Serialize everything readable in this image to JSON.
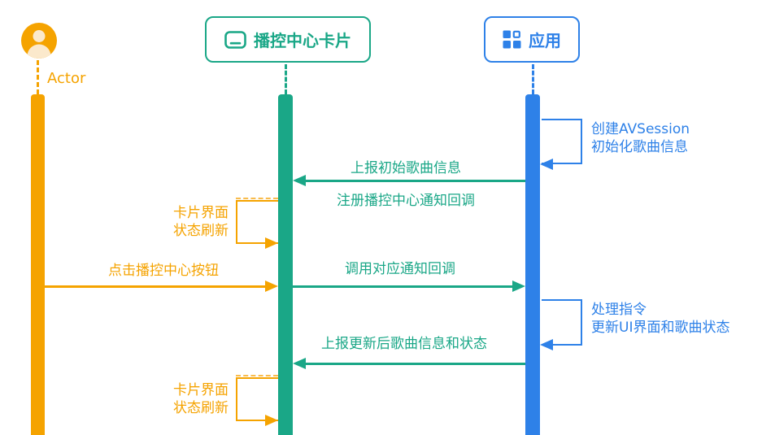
{
  "diagram": {
    "type": "sequence-diagram",
    "colors": {
      "actor": "#F5A300",
      "card": "#1AA787",
      "app": "#2E81E8",
      "background": "#FFFFFF"
    },
    "participants": [
      {
        "id": "actor",
        "label": "Actor",
        "icon": "person-icon",
        "color": "#F5A300"
      },
      {
        "id": "card",
        "label": "播控中心卡片",
        "icon": "card-icon",
        "color": "#1AA787"
      },
      {
        "id": "app",
        "label": "应用",
        "icon": "app-grid-icon",
        "color": "#2E81E8"
      }
    ],
    "messages": [
      {
        "from": "app",
        "to": "app",
        "type": "self",
        "lines": [
          "创建AVSession",
          "初始化歌曲信息"
        ]
      },
      {
        "from": "app",
        "to": "card",
        "type": "arrow",
        "label_above": "上报初始歌曲信息",
        "label_below": "注册播控中心通知回调"
      },
      {
        "from": "card",
        "to": "card",
        "type": "self",
        "lines": [
          "卡片界面",
          "状态刷新"
        ]
      },
      {
        "from": "actor",
        "to": "card",
        "type": "arrow",
        "label_above": "点击播控中心按钮"
      },
      {
        "from": "card",
        "to": "app",
        "type": "arrow",
        "label_above": "调用对应通知回调"
      },
      {
        "from": "app",
        "to": "app",
        "type": "self",
        "lines": [
          "处理指令",
          "更新UI界面和歌曲状态"
        ]
      },
      {
        "from": "app",
        "to": "card",
        "type": "arrow",
        "label_above": "上报更新后歌曲信息和状态"
      },
      {
        "from": "card",
        "to": "card",
        "type": "self",
        "lines": [
          "卡片界面",
          "状态刷新"
        ]
      }
    ]
  }
}
